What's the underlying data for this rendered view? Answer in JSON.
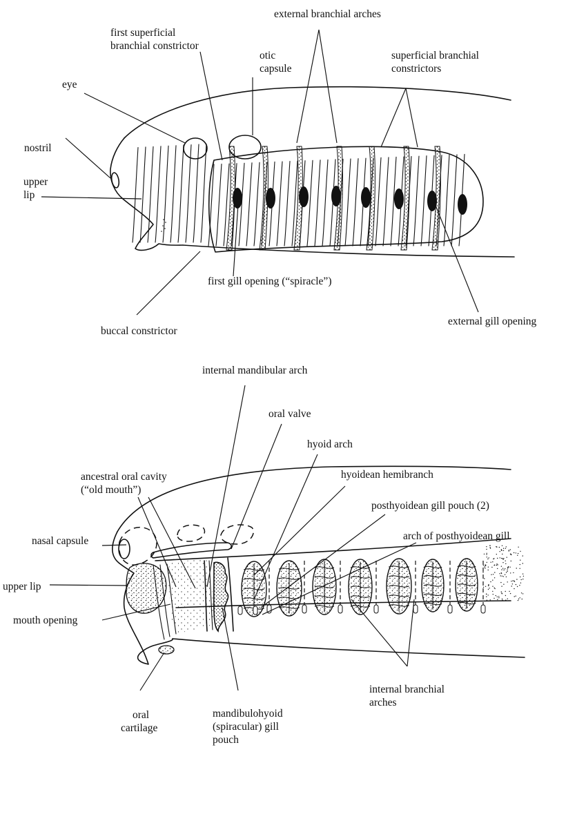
{
  "labels": {
    "external_branchial_arches": "external branchial arches",
    "first_superficial_1": "first superficial",
    "first_superficial_2": "branchial constrictor",
    "otic_1": "otic",
    "otic_2": "capsule",
    "superficial_constrictors_1": "superficial branchial",
    "superficial_constrictors_2": "constrictors",
    "eye": "eye",
    "nostril": "nostril",
    "upper_lip_top_1": "upper",
    "upper_lip_top_2": "lip",
    "first_gill_opening": "first gill opening (“spiracle”)",
    "external_gill_opening": "external gill opening",
    "buccal_constrictor": "buccal constrictor",
    "internal_mandibular_arch": "internal mandibular arch",
    "oral_valve": "oral valve",
    "hyoid_arch": "hyoid arch",
    "hyoidean_hemibranch": "hyoidean hemibranch",
    "ancestral_oral_cavity_1": "ancestral oral cavity",
    "ancestral_oral_cavity_2": "(“old mouth”)",
    "posthyoidean_gill_pouch": "posthyoidean gill pouch (2)",
    "arch_of_posthyoidean_gill": "arch of posthyoidean gill",
    "nasal_capsule": "nasal capsule",
    "upper_lip_bottom": "upper lip",
    "mouth_opening": "mouth opening",
    "oral_cartilage_1": "oral",
    "oral_cartilage_2": "cartilage",
    "mandibulohyoid_1": "mandibulohyoid",
    "mandibulohyoid_2": "(spiracular) gill",
    "mandibulohyoid_3": "pouch",
    "internal_branchial_arches_1": "internal branchial",
    "internal_branchial_arches_2": "arches"
  }
}
